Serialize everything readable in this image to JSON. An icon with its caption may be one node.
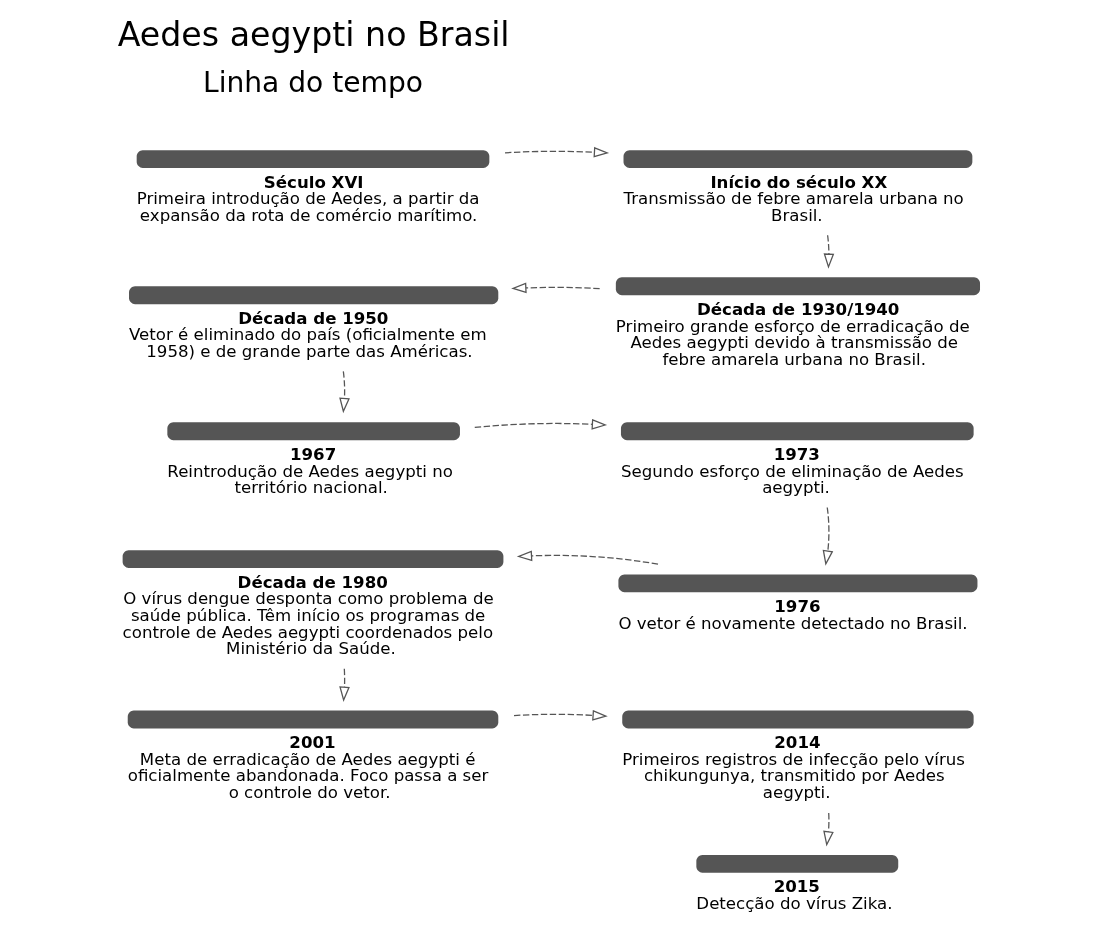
{
  "diagram": {
    "title": "Aedes aegypti no Brasil",
    "nodes": [
      {
        "text": [
          "Século XVI",
          "Primeira introdução de Aedes, a partir da expansão da rota de comércio marítimo."
        ]
      },
      {
        "text": [
          "Início do século XX",
          "Transmissão de febre amarela urbana no Brasil."
        ]
      },
      {
        "text": [
          "Década de 1930/1940",
          "Primeiro grande esforço de erradicação de Aedes aegypti devido à transmissão de febre amarela urbana no Brasil."
        ]
      },
      {
        "text": [
          "Década de 1950",
          "Vetor é eliminado do país (oficialmente em 1958) e de grande parte das Américas."
        ]
      },
      {
        "text": [
          "1967",
          "Reintrodução de Aedes aegypti no território nacional."
        ]
      },
      {
        "text": [
          "1973",
          "Segundo esforço de eliminação de Aedes aegypti."
        ]
      },
      {
        "text": [
          "1976",
          "O vetor é novamente detectado no Brasil."
        ]
      },
      {
        "text": [
          "Década de 1980",
          "O vírus dengue desponta como problema de saúde pública. Têm início os programas de controle de Aedes aegypti coordenados pelo Ministério da Saúde."
        ]
      },
      {
        "text": [
          "2001",
          "Meta de erradicação de Aedes aegypti é oficialmente abandonada. Foco passa a ser o controle do vetor."
        ]
      },
      {
        "text": [
          "2014",
          "Primeiros registros de infecção pelo vírus chikungunya, transmitido por Aedes aegypti."
        ]
      },
      {
        "text": [
          "2015",
          "Detecção do vírus Zika."
        ]
      }
    ],
    "edges": [
      {
        "from": 0,
        "to": 1,
        "arrow": "to",
        "style": "dashed"
      },
      {
        "from": 1,
        "to": 2,
        "arrow": "to",
        "style": "dashed"
      },
      {
        "from": 2,
        "to": 3,
        "arrow": "to",
        "style": "dashed"
      },
      {
        "from": 3,
        "to": 4,
        "arrow": "to",
        "style": "dashed"
      },
      {
        "from": 4,
        "to": 5,
        "arrow": "to",
        "style": "dashed"
      },
      {
        "from": 5,
        "to": 6,
        "arrow": "to",
        "style": "dashed"
      },
      {
        "from": 6,
        "to": 7,
        "arrow": "to",
        "style": "dashed"
      },
      {
        "from": 7,
        "to": 8,
        "arrow": "to",
        "style": "dashed"
      },
      {
        "from": 8,
        "to": 9,
        "arrow": "to",
        "style": "dashed"
      },
      {
        "from": 9,
        "to": 10,
        "arrow": "to",
        "style": "dashed"
      }
    ],
    "labels": [
      "Linha do tempo"
    ]
  }
}
